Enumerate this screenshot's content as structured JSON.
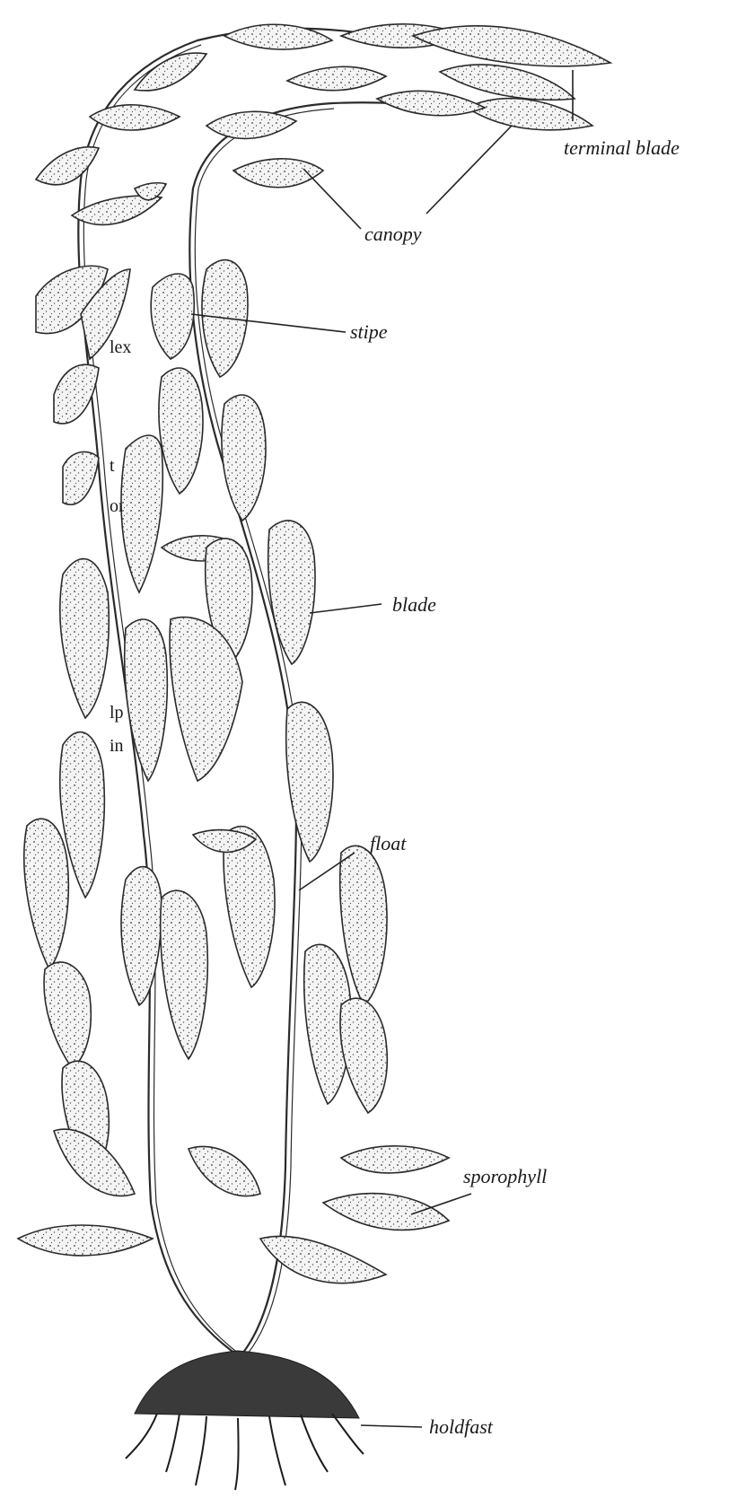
{
  "diagram": {
    "labels": {
      "terminal_blade": "terminal blade",
      "canopy": "canopy",
      "stipe": "stipe",
      "blade": "blade",
      "float": "float",
      "sporophyll": "sporophyll",
      "holdfast": "holdfast"
    },
    "edge_text": [
      "lex",
      "t",
      "or",
      "lp",
      "in"
    ]
  },
  "colors": {
    "ink": "#2a2a2a",
    "background": "#ffffff",
    "leaf_fill": "#f4f4f4"
  }
}
